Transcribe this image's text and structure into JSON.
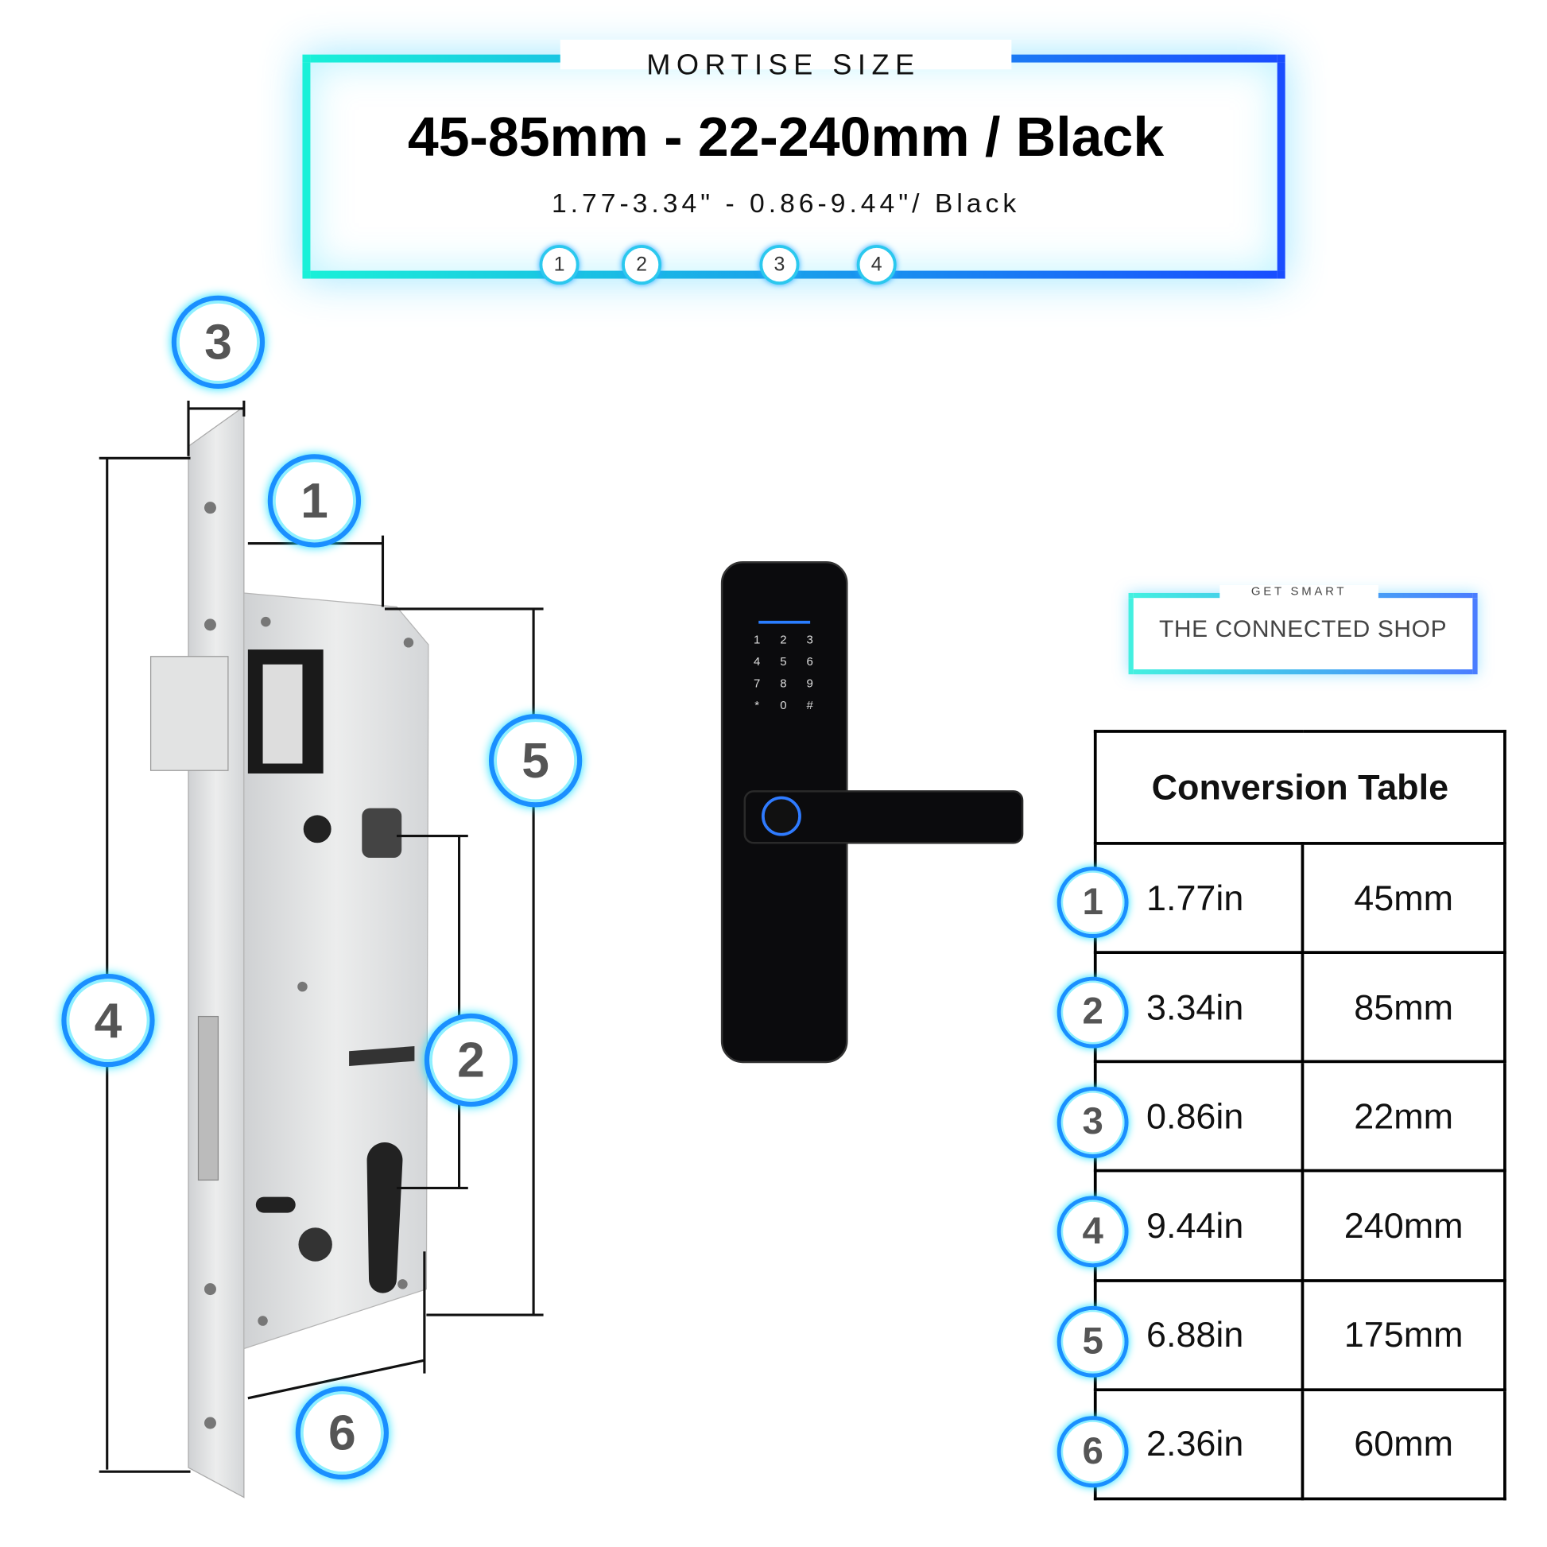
{
  "header": {
    "label": "MORTISE SIZE",
    "headline": "45-85mm - 22-240mm / Black",
    "subline": "1.77-3.34\" - 0.86-9.44\"/ Black",
    "markers": [
      "1",
      "2",
      "3",
      "4"
    ]
  },
  "diagram": {
    "badges": [
      "1",
      "2",
      "3",
      "4",
      "5",
      "6"
    ]
  },
  "keypad": {
    "keys": [
      "1",
      "2",
      "3",
      "4",
      "5",
      "6",
      "7",
      "8",
      "9",
      "*",
      "0",
      "#"
    ]
  },
  "logo": {
    "tagline": "GET SMART",
    "name": "THE CONNECTED SHOP"
  },
  "conversion_table": {
    "title": "Conversion Table",
    "rows": [
      {
        "num": "1",
        "inches": "1.77in",
        "mm": "45mm"
      },
      {
        "num": "2",
        "inches": "3.34in",
        "mm": "85mm"
      },
      {
        "num": "3",
        "inches": "0.86in",
        "mm": "22mm"
      },
      {
        "num": "4",
        "inches": "9.44in",
        "mm": "240mm"
      },
      {
        "num": "5",
        "inches": "6.88in",
        "mm": "175mm"
      },
      {
        "num": "6",
        "inches": "2.36in",
        "mm": "60mm"
      }
    ]
  },
  "colors": {
    "accent_cyan": "#19f0d8",
    "accent_blue": "#1a4dff",
    "lock_black": "#0b0b0d"
  }
}
